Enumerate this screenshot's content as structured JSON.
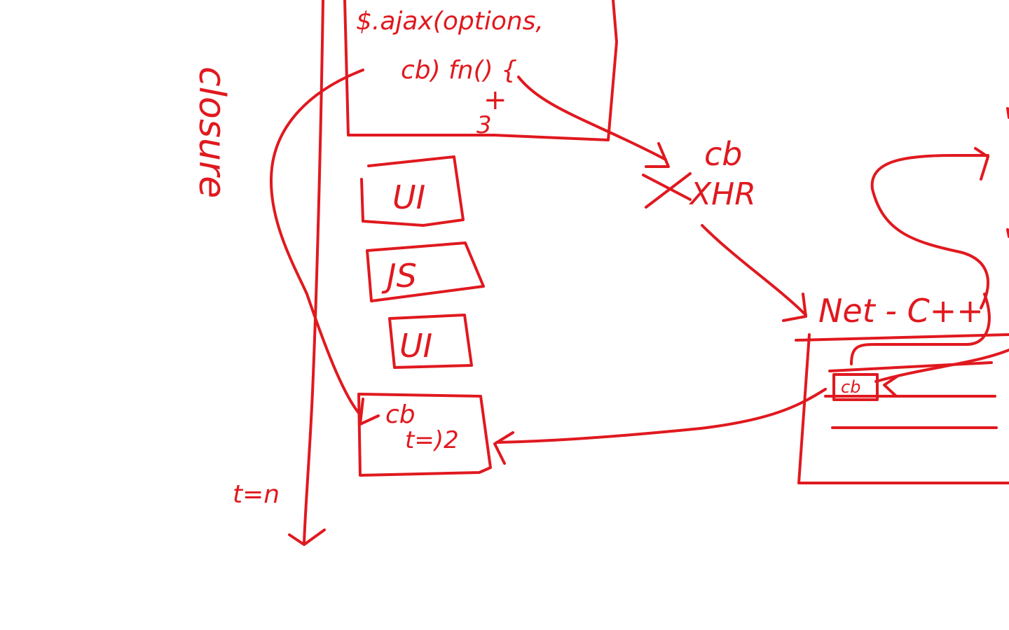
{
  "ink_color": "#e0191f",
  "labels": {
    "ajax_call": "$.ajax(options,",
    "callback_fn": "cb) fn() {",
    "plus": "+",
    "three": "3",
    "closure": "closure",
    "cb_top": "cb",
    "xhr": "XHR",
    "ui_1": "UI",
    "js": "JS",
    "ui_2": "UI",
    "cb_block_line1": "cb",
    "cb_block_line2": "t=)2",
    "net": "Net - C++",
    "cb_queue": "cb",
    "time_n": "t=n"
  }
}
